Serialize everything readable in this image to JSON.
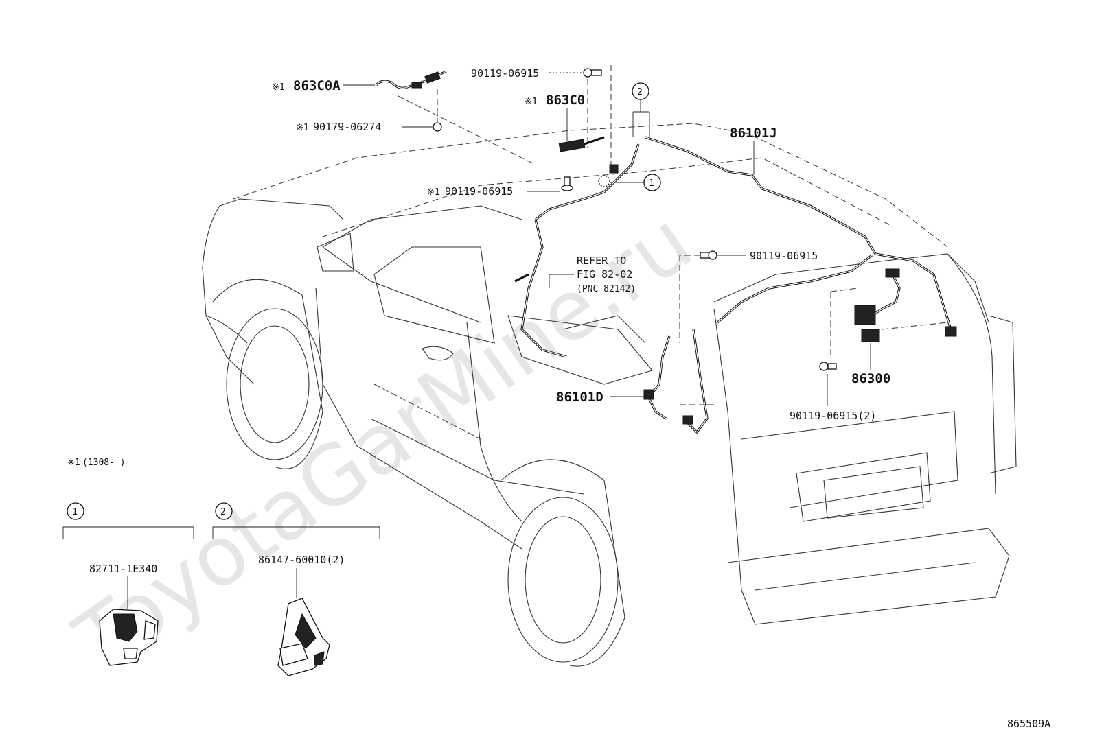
{
  "watermark": "ToyotaGarMine.ru",
  "diagram_id": "865509A",
  "note": {
    "symbol": "※1",
    "range": "(1308-      )"
  },
  "labels": {
    "harness_863C0A": "863C0A",
    "harness_863C0": "863C0",
    "harness_86101J": "86101J",
    "harness_86101D": "86101D",
    "part_86300": "86300",
    "bolt_top": "90119-06915",
    "bolt_mid": "90119-06915",
    "bolt_right": "90119-06915",
    "bolt_rear": "90119-06915(2)",
    "clip_90179": "90179-06274",
    "refer_line1": "REFER TO",
    "refer_line2": "FIG 82-02",
    "refer_line3": "(PNC 82142)",
    "mark_1": "※1",
    "callout_1": "1",
    "callout_2": "2"
  },
  "insets": [
    {
      "callout": "1",
      "part_number": "82711-1E340"
    },
    {
      "callout": "2",
      "part_number": "86147-60010(2)"
    }
  ]
}
